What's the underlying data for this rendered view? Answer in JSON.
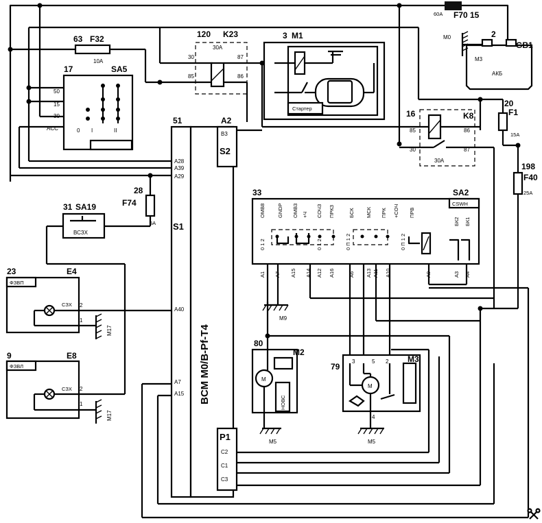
{
  "title": "",
  "components": {
    "f70": {
      "num": "15",
      "code": "F70",
      "rating": "60A"
    },
    "gb1": {
      "num": "2",
      "code": "GB1",
      "label": "АКБ",
      "ground": "M0",
      "ground_pin": "M3"
    },
    "f32": {
      "num": "63",
      "code": "F32",
      "rating": "10A"
    },
    "k23": {
      "num": "120",
      "code": "K23",
      "rating": "30A",
      "pins": [
        "30",
        "87",
        "85",
        "86"
      ]
    },
    "m1": {
      "num": "3",
      "code": "M1",
      "label": "Стартер"
    },
    "sa5": {
      "num": "17",
      "code": "SA5",
      "pins": [
        "50",
        "15",
        "30",
        "ACC"
      ],
      "positions": [
        "0",
        "I",
        "II"
      ]
    },
    "k8": {
      "num": "16",
      "code": "K8",
      "rating": "30A",
      "pins": [
        "85",
        "86",
        "30",
        "87"
      ]
    },
    "f1": {
      "num": "20",
      "code": "F1",
      "rating": "15A"
    },
    "bcm": {
      "num": "51",
      "code": "A2",
      "label": "BCM M0/B-Pf-T4",
      "s1": "S1",
      "s2": "S2",
      "p1": "P1",
      "pins": [
        "B3",
        "A28",
        "A39",
        "A29",
        "A40",
        "A7",
        "A15",
        "C2",
        "C1",
        "C3"
      ]
    },
    "f40": {
      "num": "198",
      "code": "F40",
      "rating": "25A"
    },
    "f74": {
      "num": "28",
      "code": "F74",
      "rating": "5A"
    },
    "sa19": {
      "num": "31",
      "code": "SA19",
      "label": "ВСЗХ"
    },
    "sa2": {
      "num": "33",
      "code": "SA2",
      "label": "CSWH",
      "switch_labels": [
        "OMB8",
        "GNDP",
        "OMB3",
        "+Ч",
        "СОЧЗ",
        "ПРКЗ",
        "БСК",
        "МСК",
        "ПРК",
        "+СОЧ",
        "ПРВ",
        "БК2",
        "БК1"
      ],
      "switch_positions": [
        "0 1 2",
        "0 1 2",
        "0 П 1 2",
        "0 П 1 2"
      ],
      "pins": [
        "A1",
        "A7",
        "A15",
        "A14",
        "A12",
        "A16",
        "A6",
        "A13",
        "A11",
        "A10",
        "A9",
        "A3",
        "A4"
      ]
    },
    "e4": {
      "num": "23",
      "code": "E4",
      "label": "ФЗВП",
      "terminal": "СЗХ",
      "pins": [
        "2",
        "1"
      ],
      "ground": "M17"
    },
    "e8": {
      "num": "9",
      "code": "E8",
      "label": "ФЗВЛ",
      "terminal": "СЗХ",
      "pins": [
        "2",
        "1"
      ],
      "ground": "M17"
    },
    "m2": {
      "num": "80",
      "code": "M2",
      "label": "НОВС",
      "ground": "M5"
    },
    "m3": {
      "num": "79",
      "code": "M3",
      "pins": [
        "3",
        "5",
        "2",
        "4"
      ],
      "ground": "M5"
    },
    "m9": {
      "ground": "M9"
    }
  },
  "icons": [
    "ground-symbol",
    "lamp-symbol",
    "motor-symbol",
    "relay-coil-symbol",
    "fuse-symbol",
    "battery-symbol",
    "wrench-icon"
  ]
}
